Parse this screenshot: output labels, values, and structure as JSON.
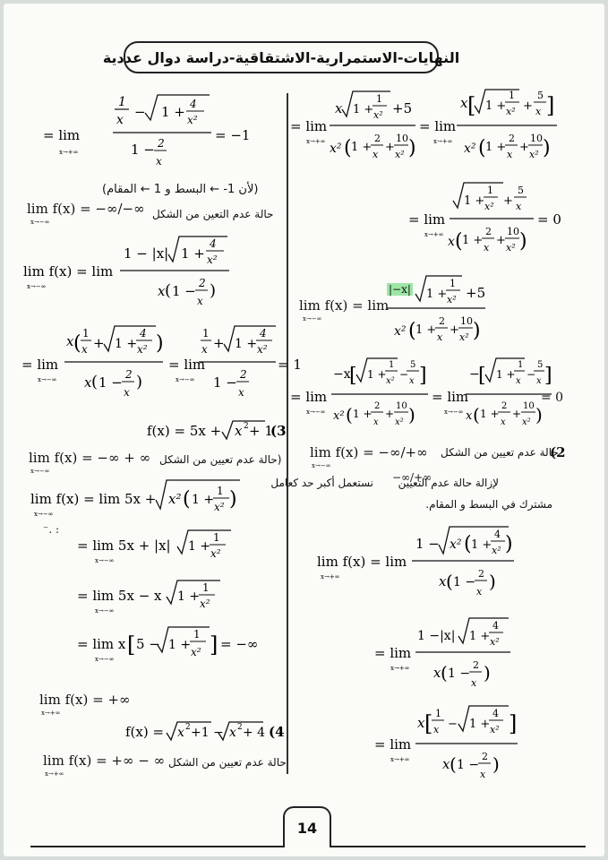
{
  "header": {
    "title": "النهايات-الاستمرارية-الاشتقاقية-دراسة دوال عددية"
  },
  "left_column": [
    {
      "id": "l1",
      "text": "= lim (1/x − √(1 + 4/x²)) / (1 − 2/x) = −1",
      "sub": "x→+∞"
    },
    {
      "id": "l2",
      "text": "(لأن 1- ← البسط و 1 ← المقام)"
    },
    {
      "id": "l3",
      "math": "lim f(x) = −∞/−∞",
      "sub": "x→−∞",
      "ar": "حالة عدم التعين من الشكل"
    },
    {
      "id": "l4",
      "text": "lim f(x) = lim (1 − |x|√(1 + 4/x²)) / (x(1 − 2/x))",
      "sub": "x→−∞"
    },
    {
      "id": "l5",
      "text": "= lim x(1/x + √(1 + 4/x²)) / (x(1 − 2/x)) = lim (1/x + √(1 + 4/x²)) / (1 − 2/x) = 1",
      "sub": "x→−∞"
    },
    {
      "id": "l6",
      "text": "f(x) = 5x + √(x² + 1)",
      "num": "(3"
    },
    {
      "id": "l7",
      "math": "lim f(x) = −∞ + ∞",
      "sub": "x→−∞",
      "ar": "(حالة عدم تعيين من الشكل"
    },
    {
      "id": "l8",
      "text": "lim f(x) = lim 5x + √(x²(1 + 1/x²))",
      "sub": "x→−∞"
    },
    {
      "id": "l9",
      "text": "= lim 5x + |x|√(1 + 1/x²)",
      "sub": "x→−∞"
    },
    {
      "id": "l10",
      "text": "= lim 5x − x√(1 + 1/x²)",
      "sub": "x→−∞"
    },
    {
      "id": "l11",
      "text": "= lim x[5 − √(1 + 1/x²)] = −∞",
      "sub": "x→−∞"
    },
    {
      "id": "l12",
      "text": "lim f(x) = +∞",
      "sub": "x→+∞"
    },
    {
      "id": "l13",
      "text": "f(x) = √(x² + 1) − √(x² + 4)",
      "num": "(4"
    },
    {
      "id": "l14",
      "math": "lim f(x) = +∞ − ∞",
      "sub": "x→+∞",
      "ar": "حالة عدم تعيين من الشكل"
    }
  ],
  "right_column": [
    {
      "id": "r1",
      "text": "= lim (x√(1 + 1/x²) + 5) / (x²(1 + 2/x + 10/x²)) = lim x[√(1 + 1/x²) + 5/x] / (x²(1 + 2/x + 10/x²))",
      "sub": "x→+∞"
    },
    {
      "id": "r2",
      "text": "= lim (√(1 + 1/x²) + 5/x) / (x(1 + 2/x + 10/x²)) = 0",
      "sub": "x→+∞"
    },
    {
      "id": "r3",
      "pre": "lim f(x) = lim (",
      "hl": "|−x|",
      "post": "√(1 + 1/x²) + 5) / (x²(1 + 2/x + 10/x²))",
      "sub": "x→−∞"
    },
    {
      "id": "r4",
      "text": "= lim −x[√(1 + 1/x²) − 5/x] / (x²(1 + 2/x + 10/x²)) = lim −[√(1 + 1/x²) − 5/x] / (x(1 + 2/x + 10/x²)) = 0",
      "sub": "x→−∞"
    },
    {
      "id": "r5",
      "math": "lim f(x) = −∞/+∞",
      "sub": "x→−∞",
      "ar": "حالة عدم تعيين من الشكل",
      "num": "(2"
    },
    {
      "id": "r6",
      "pre": "لإزالة حالة عدم التعيين",
      "mid": "−∞/+∞",
      "post": "نستعمل أكبر حد كعامل"
    },
    {
      "id": "r7",
      "text": "مشترك في البسط و المقام."
    },
    {
      "id": "r8",
      "text": "lim f(x) = lim (1 − √(x²(1 + 4/x²))) / (x(1 − 2/x))",
      "sub": "x→+∞"
    },
    {
      "id": "r9",
      "text": "= lim (1 − |x|√(1 + 4/x²)) / (x(1 − 2/x))",
      "sub": "x→+∞"
    },
    {
      "id": "r10",
      "text": "= lim x[1/x − √(1 + 4/x²)] / (x(1 − 2/x))",
      "sub": "x→+∞"
    }
  ],
  "footer": {
    "page_number": "14"
  }
}
